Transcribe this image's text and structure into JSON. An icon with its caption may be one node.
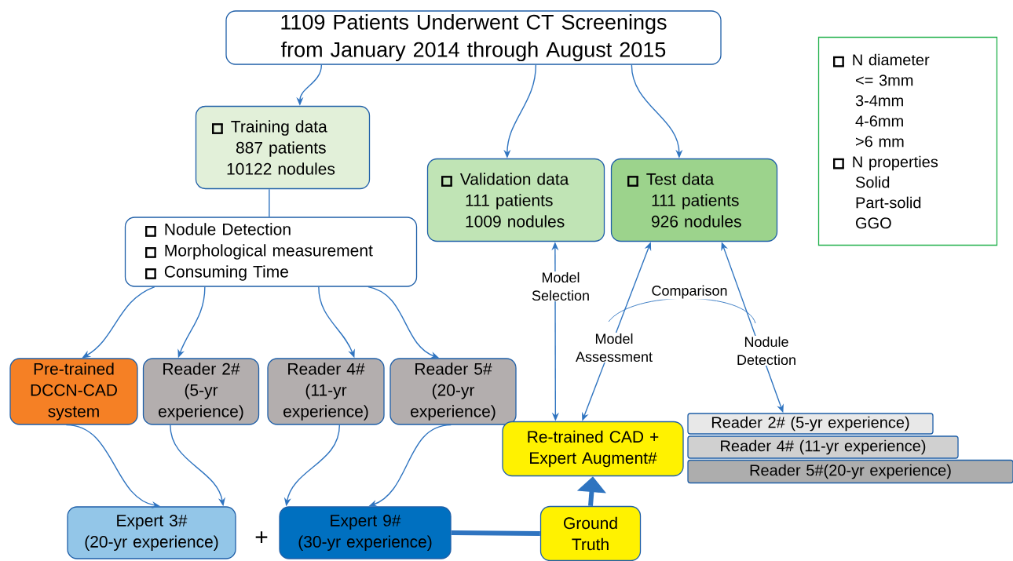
{
  "diagram": {
    "nodes": [
      {
        "text": [
          "1109 Patients Underwent CT Screenings from January 2014 through August 2015"
        ]
      },
      {
        "text": [
          "Training data",
          "887 patients",
          "10122 nodules"
        ]
      },
      {
        "text": [
          "Validation data",
          "111 patients",
          "1009 nodules"
        ]
      },
      {
        "text": [
          "Test data",
          "111 patients",
          "926 nodules"
        ]
      },
      {
        "text": [
          "N diameter",
          "<= 3mm",
          "3-4mm",
          "4-6mm",
          ">6 mm",
          "N properties",
          "Solid",
          "Part-solid",
          "GGO"
        ]
      },
      {
        "text": [
          "Nodule Detection",
          "Morphological measurement",
          "Consuming Time"
        ]
      },
      {
        "text": [
          "Pre-trained DCCN-CAD system"
        ]
      },
      {
        "text": [
          "Reader 2#",
          "(5-yr experience)"
        ]
      },
      {
        "text": [
          "Reader 4#",
          "(11-yr experience)"
        ]
      },
      {
        "text": [
          "Reader 5#",
          "(20-yr experience)"
        ]
      },
      {
        "text": [
          "Expert 3#",
          "(20-yr experience)"
        ]
      },
      {
        "text": [
          "Expert 9#",
          "(30-yr experience)"
        ]
      },
      {
        "text": [
          "Re-trained CAD + Expert Augment#"
        ]
      },
      {
        "text": [
          "Ground Truth"
        ]
      },
      {
        "text": [
          "Reader 2# (5-yr experience)"
        ]
      },
      {
        "text": [
          "Reader 4# (11-yr experience)"
        ]
      },
      {
        "text": [
          "Reader 5#(20-yr experience)"
        ]
      }
    ],
    "edges": [
      {
        "from": 0,
        "to": 1,
        "arrow": "to"
      },
      {
        "from": 0,
        "to": 2,
        "arrow": "to"
      },
      {
        "from": 0,
        "to": 3,
        "arrow": "to"
      },
      {
        "from": 1,
        "to": 5,
        "arrow": "none"
      },
      {
        "from": 5,
        "to": 6,
        "arrow": "to"
      },
      {
        "from": 5,
        "to": 7,
        "arrow": "to"
      },
      {
        "from": 5,
        "to": 8,
        "arrow": "to"
      },
      {
        "from": 5,
        "to": 9,
        "arrow": "to"
      },
      {
        "from": 6,
        "to": 10,
        "arrow": "to"
      },
      {
        "from": 7,
        "to": 10,
        "arrow": "to"
      },
      {
        "from": 8,
        "to": 11,
        "arrow": "to"
      },
      {
        "from": 9,
        "to": 11,
        "arrow": "to"
      },
      {
        "from": 12,
        "to": 2,
        "arrow": "both",
        "label": "Model Selection"
      },
      {
        "from": 12,
        "to": 3,
        "arrow": "both",
        "label": "Model Assessment"
      },
      {
        "from": 3,
        "to": 14,
        "arrow": "both",
        "label": "Nodule Detection"
      },
      {
        "from": 11,
        "to": 13,
        "arrow": "none",
        "style": "thick"
      },
      {
        "from": 13,
        "to": 12,
        "arrow": "to",
        "style": "thick"
      }
    ],
    "labels": [
      "+",
      "Comparison"
    ]
  }
}
